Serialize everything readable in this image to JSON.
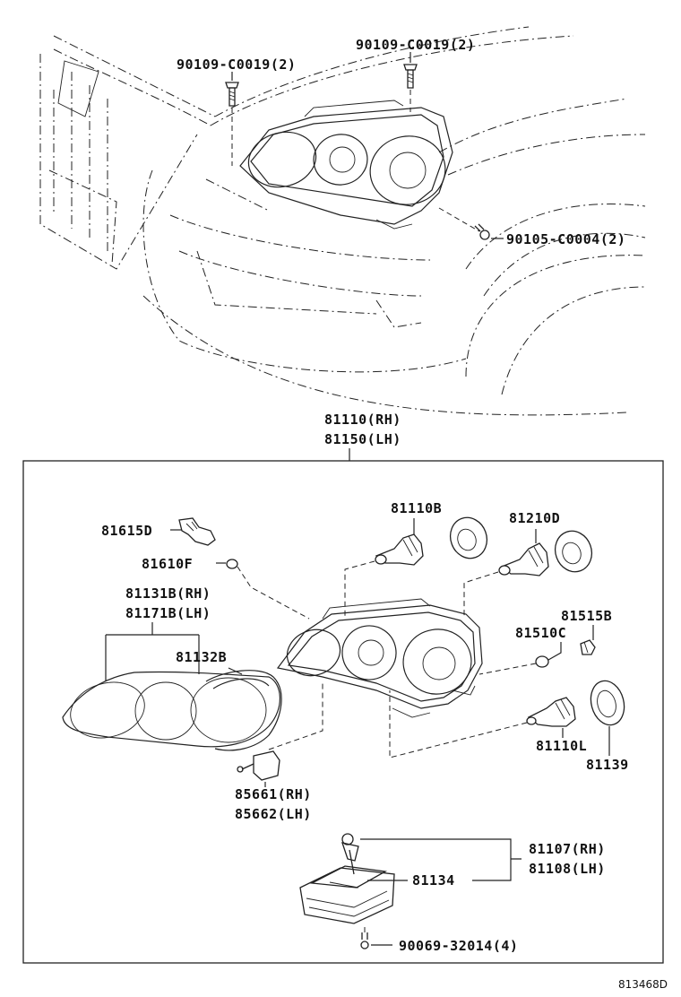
{
  "diagram": {
    "top_labels": {
      "bolt_left": "90109-C0019(2)",
      "bolt_right": "90109-C0019(2)",
      "screw": "90105-C0004(2)"
    },
    "assembly": {
      "rh": "81110(RH)",
      "lh": "81150(LH)"
    },
    "parts": {
      "p81615D": "81615D",
      "p81610F": "81610F",
      "p81110B": "81110B",
      "p81210D": "81210D",
      "p81131B": "81131B(RH)",
      "p81171B": "81171B(LH)",
      "p81132B": "81132B",
      "p81515B": "81515B",
      "p81510C": "81510C",
      "p81110L": "81110L",
      "p81139": "81139",
      "p85661": "85661(RH)",
      "p85662": "85662(LH)",
      "p81107": "81107(RH)",
      "p81108": "81108(LH)",
      "p81134": "81134",
      "p90069": "90069-32014(4)"
    },
    "footer_code": "813468D"
  }
}
